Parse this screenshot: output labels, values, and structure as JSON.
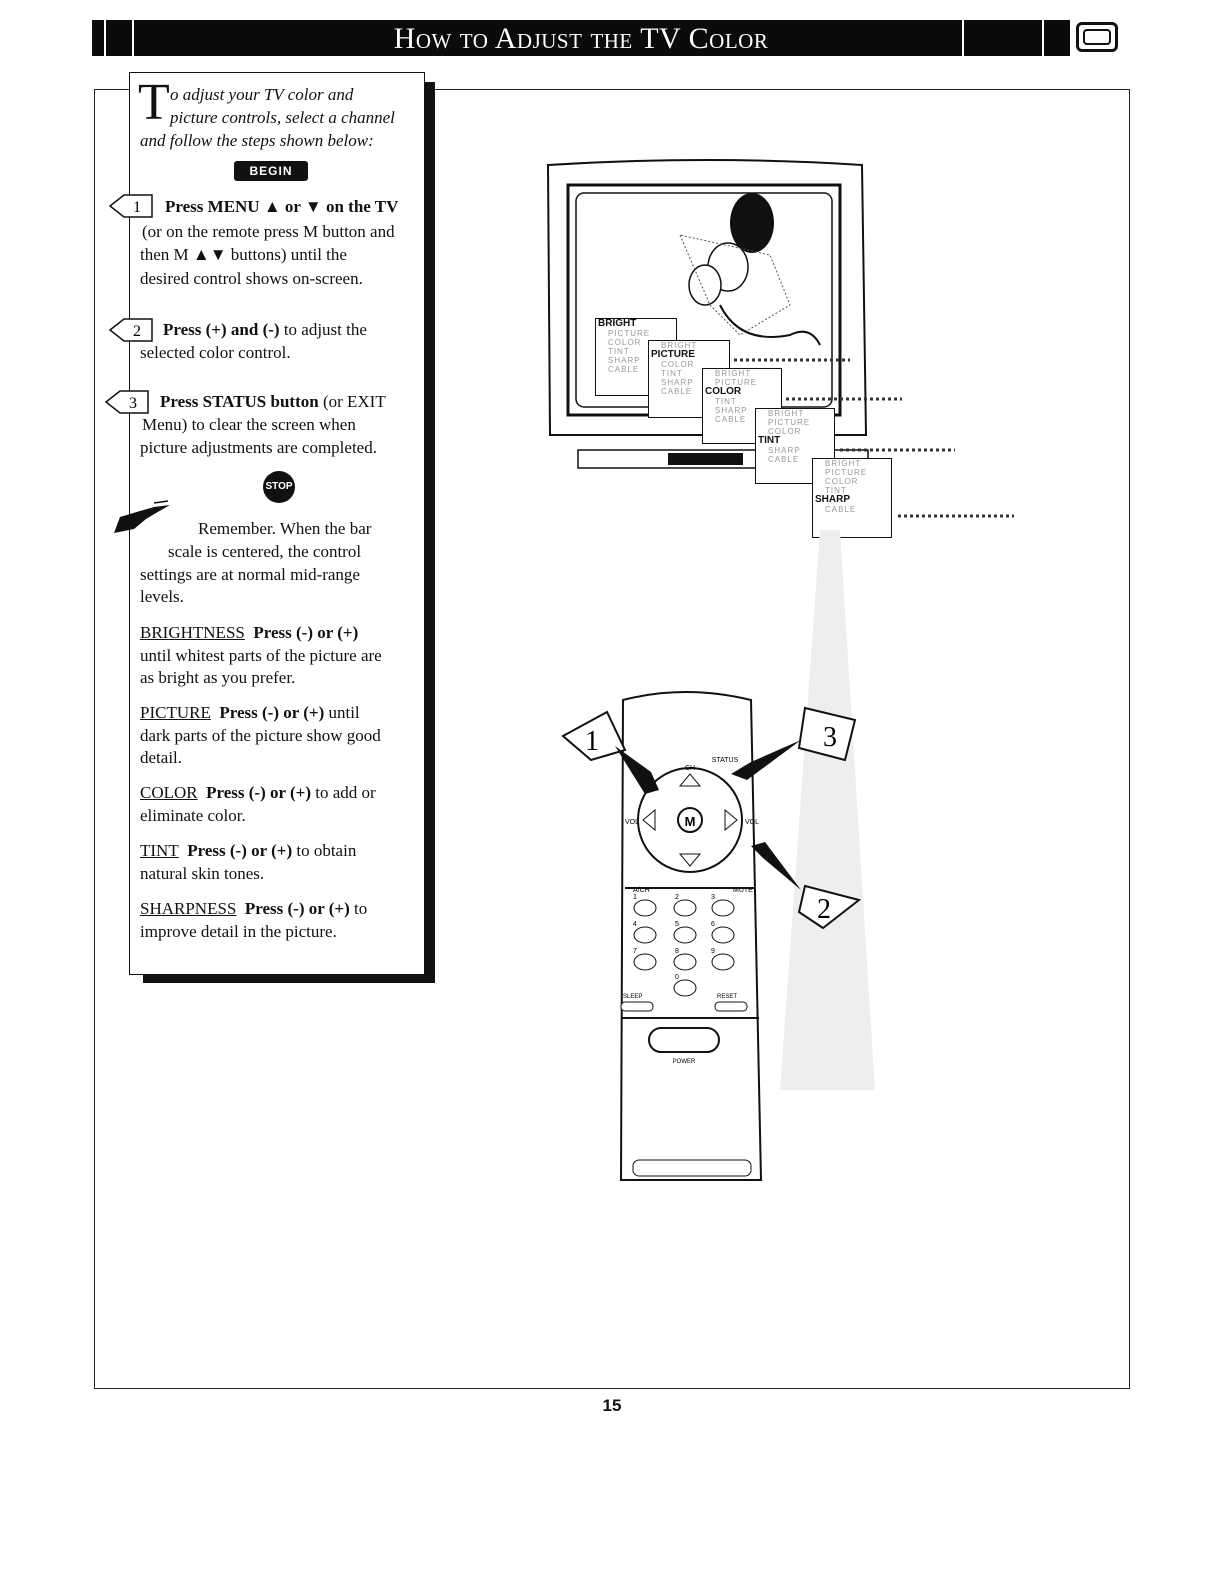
{
  "title": "How to Adjust the TV Color",
  "intro": {
    "dropcap": "T",
    "line1": "o adjust your TV color and",
    "line2": "picture controls, select a channel",
    "line3": "and follow the steps shown below:"
  },
  "begin_label": "BEGIN",
  "steps": [
    {
      "number": "1",
      "bold": "Press MENU ▲ or ▼ on the TV",
      "lines": [
        "(or on the remote press M button and",
        "then M ▲▼ buttons) until the",
        "desired control shows on-screen."
      ]
    },
    {
      "number": "2",
      "bold": "Press (+) and (-)",
      "rest": " to adjust the",
      "lines": [
        "selected color control."
      ]
    },
    {
      "number": "3",
      "bold": "Press STATUS button",
      "rest": " (or EXIT",
      "lines": [
        "Menu) to clear the screen when",
        "picture adjustments are completed."
      ]
    }
  ],
  "stop_label": "STOP",
  "remember": {
    "line1": "Remember.  When the bar",
    "line2": "scale is centered, the control",
    "line3": "settings are at normal mid-range",
    "line4": "levels."
  },
  "controls": [
    {
      "name": "BRIGHTNESS",
      "action": "Press (-) or (+)",
      "lines": [
        "until whitest parts of the picture are",
        "as bright as you prefer."
      ]
    },
    {
      "name": "PICTURE",
      "action": "Press (-) or (+)",
      "rest": " until",
      "lines": [
        "dark parts of the picture show good",
        "detail."
      ]
    },
    {
      "name": "COLOR",
      "action": "Press (-) or (+)",
      "rest": " to add or",
      "lines": [
        "eliminate color."
      ]
    },
    {
      "name": "TINT",
      "action": "Press (-) or (+)",
      "rest": " to obtain",
      "lines": [
        "natural skin tones."
      ]
    },
    {
      "name": "SHARPNESS",
      "action": "Press (-) or (+)",
      "rest": " to",
      "lines": [
        "improve detail in the picture."
      ]
    }
  ],
  "menus": [
    {
      "header": "BRIGHT",
      "faded": [
        "PICTURE",
        "COLOR",
        "TINT",
        "SHARP",
        "CABLE"
      ]
    },
    {
      "header": "PICTURE",
      "faded": [
        "BRIGHT",
        "COLOR",
        "TINT",
        "SHARP",
        "CABLE"
      ]
    },
    {
      "header": "COLOR",
      "faded": [
        "BRIGHT",
        "PICTURE",
        "TINT",
        "SHARP",
        "CABLE"
      ]
    },
    {
      "header": "TINT",
      "faded": [
        "BRIGHT",
        "PICTURE",
        "COLOR",
        "SHARP",
        "CABLE"
      ]
    },
    {
      "header": "SHARP",
      "faded": [
        "BRIGHT",
        "PICTURE",
        "COLOR",
        "TINT",
        "CABLE"
      ]
    }
  ],
  "remote_callouts": [
    "1",
    "2",
    "3"
  ],
  "remote_labels": {
    "ch": "CH",
    "status": "STATUS",
    "vol": "VOL",
    "m": "M",
    "ach": "A/CH",
    "mute": "MUTE",
    "sleep": "SLEEP",
    "reset": "RESET",
    "power": "POWER",
    "digits": [
      "1",
      "2",
      "3",
      "4",
      "5",
      "6",
      "7",
      "8",
      "9",
      "0"
    ]
  },
  "page_number": "15"
}
